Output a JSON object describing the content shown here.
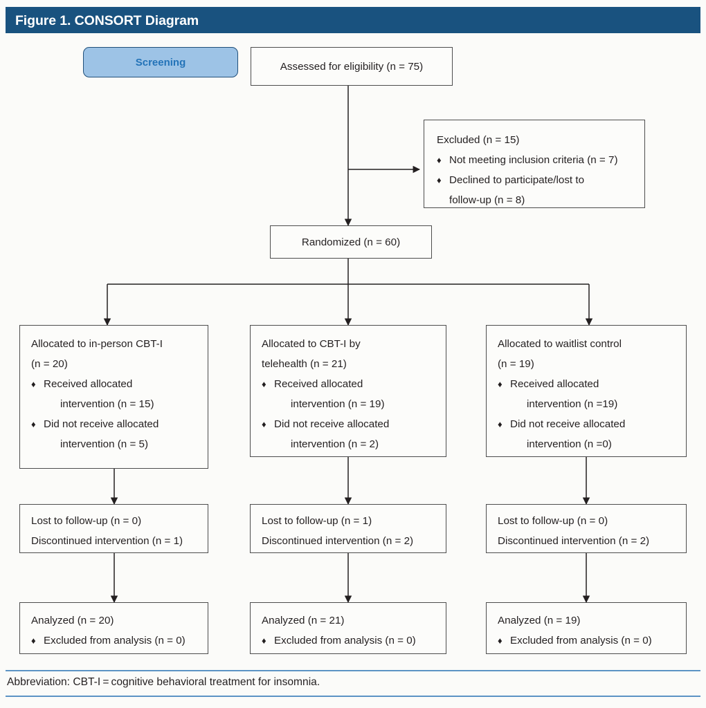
{
  "figure": {
    "title": "Figure 1. CONSORT Diagram",
    "header_color": "#19527f",
    "footer_rule_color": "#5b93c4",
    "background_color": "#fbfbf9",
    "box_border_color": "#4c4c4c",
    "bullet_glyph": "♦"
  },
  "stage_label": {
    "name": "screening",
    "text": "Screening",
    "fill_color": "#9dc3e6",
    "border_color": "#1f4e79",
    "text_color": "#2373b8"
  },
  "nodes": {
    "assessed": {
      "lines": [
        "Assessed for eligibility (n = 75)"
      ]
    },
    "excluded": {
      "heading": "Excluded (n = 15)",
      "bullets": [
        {
          "text": "Not meeting inclusion criteria (n = 7)",
          "continuation": null
        },
        {
          "text": "Declined to participate/lost to",
          "continuation": "follow-up (n = 8)"
        }
      ]
    },
    "randomized": {
      "lines": [
        "Randomized (n = 60)"
      ]
    },
    "allocation": [
      {
        "headings": [
          "Allocated to in-person CBT-I",
          "(n = 20)"
        ],
        "bullets": [
          {
            "text": "Received allocated",
            "continuation": "intervention (n = 15)"
          },
          {
            "text": "Did not receive allocated",
            "continuation": "intervention (n = 5)"
          }
        ]
      },
      {
        "headings": [
          "Allocated to CBT-I by",
          "telehealth (n = 21)"
        ],
        "bullets": [
          {
            "text": "Received allocated",
            "continuation": "intervention (n = 19)"
          },
          {
            "text": "Did not receive allocated",
            "continuation": "intervention (n = 2)"
          }
        ]
      },
      {
        "headings": [
          "Allocated to waitlist control",
          "(n = 19)"
        ],
        "bullets": [
          {
            "text": "Received allocated",
            "continuation": "intervention (n =19)"
          },
          {
            "text": "Did not receive allocated",
            "continuation": "intervention (n =0)"
          }
        ]
      }
    ],
    "followup": [
      {
        "lines": [
          "Lost to follow-up (n = 0)",
          "Discontinued intervention (n = 1)"
        ]
      },
      {
        "lines": [
          "Lost to follow-up (n = 1)",
          "Discontinued intervention (n = 2)"
        ]
      },
      {
        "lines": [
          "Lost to follow-up (n = 0)",
          "Discontinued intervention (n = 2)"
        ]
      }
    ],
    "analyzed": [
      {
        "heading": "Analyzed (n = 20)",
        "bullets": [
          {
            "text": "Excluded from analysis (n = 0)"
          }
        ]
      },
      {
        "heading": "Analyzed (n = 21)",
        "bullets": [
          {
            "text": "Excluded from analysis (n = 0)"
          }
        ]
      },
      {
        "heading": "Analyzed (n = 19)",
        "bullets": [
          {
            "text": "Excluded from analysis (n = 0)"
          }
        ]
      }
    ]
  },
  "footer": {
    "text": "Abbreviation: CBT-I = cognitive behavioral treatment for insomnia."
  },
  "chart_data": {
    "type": "diagram",
    "title": "Figure 1. CONSORT Diagram",
    "flow": [
      {
        "step": "Assessed for eligibility",
        "n": 75
      },
      {
        "step": "Excluded",
        "n": 15,
        "reasons": [
          {
            "reason": "Not meeting inclusion criteria",
            "n": 7
          },
          {
            "reason": "Declined to participate/lost to follow-up",
            "n": 8
          }
        ]
      },
      {
        "step": "Randomized",
        "n": 60
      },
      {
        "arm": "in-person CBT-I",
        "allocated": 20,
        "received_allocated_intervention": 15,
        "did_not_receive_allocated_intervention": 5,
        "lost_to_follow_up": 0,
        "discontinued_intervention": 1,
        "analyzed": 20,
        "excluded_from_analysis": 0
      },
      {
        "arm": "CBT-I by telehealth",
        "allocated": 21,
        "received_allocated_intervention": 19,
        "did_not_receive_allocated_intervention": 2,
        "lost_to_follow_up": 1,
        "discontinued_intervention": 2,
        "analyzed": 21,
        "excluded_from_analysis": 0
      },
      {
        "arm": "waitlist control",
        "allocated": 19,
        "received_allocated_intervention": 19,
        "did_not_receive_allocated_intervention": 0,
        "lost_to_follow_up": 0,
        "discontinued_intervention": 2,
        "analyzed": 19,
        "excluded_from_analysis": 0
      }
    ]
  }
}
